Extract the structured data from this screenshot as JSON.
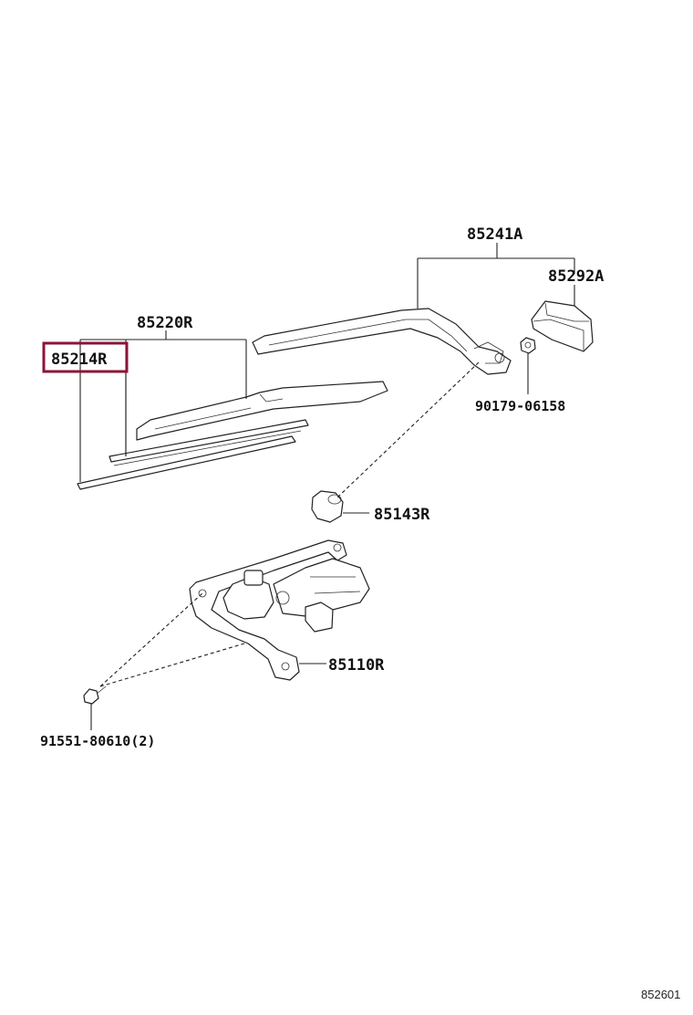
{
  "labels": {
    "wiper_arm": "85241A",
    "arm_cover": "85292A",
    "blade_assy": "85220R",
    "blade_rubber": "85214R",
    "nut": "90179-06158",
    "pivot_cap": "85143R",
    "motor_assy": "85110R",
    "bolt": "91551-80610(2)"
  },
  "highlight_color": "#8b1538",
  "diagram_code": "852601"
}
